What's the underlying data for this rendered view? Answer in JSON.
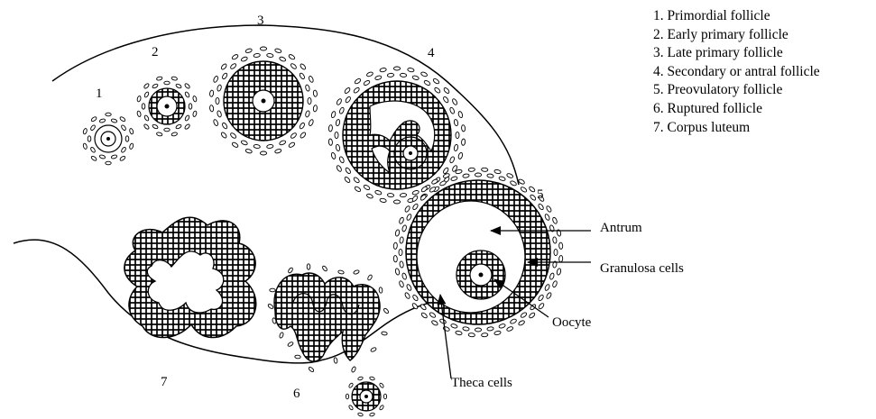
{
  "legend": [
    "1. Primordial follicle",
    "2. Early primary follicle",
    "3. Late primary follicle",
    "4. Secondary or antral follicle",
    "5. Preovulatory follicle",
    "6. Ruptured follicle",
    "7. Corpus luteum"
  ],
  "stage_numbers": {
    "s1": "1",
    "s2": "2",
    "s3": "3",
    "s4": "4",
    "s5": "5",
    "s6": "6",
    "s7": "7"
  },
  "labels": {
    "antrum": "Antrum",
    "granulosa": "Granulosa cells",
    "oocyte": "Oocyte",
    "theca": "Theca cells"
  },
  "colors": {
    "ink": "#000000",
    "background": "#ffffff"
  }
}
